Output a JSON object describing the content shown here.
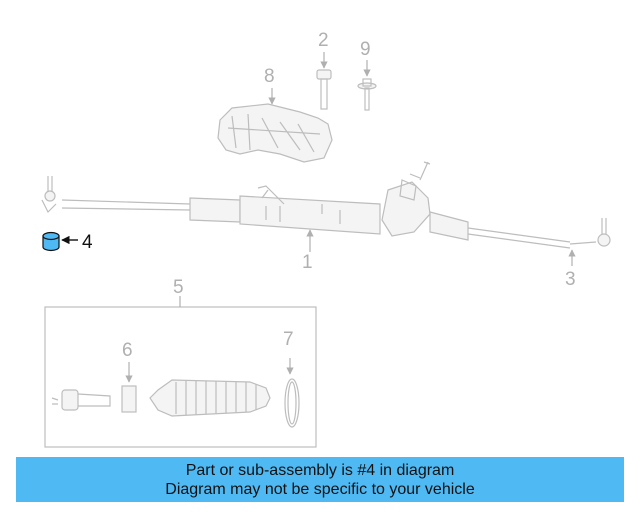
{
  "callouts": {
    "c1": "1",
    "c2": "2",
    "c3": "3",
    "c4": "4",
    "c5": "5",
    "c6": "6",
    "c7": "7",
    "c8": "8",
    "c9": "9"
  },
  "highlighted_part": "4",
  "banner": {
    "line1": "Part or sub-assembly is #4 in diagram",
    "line2": "Diagram may not be specific to your vehicle",
    "color": "#4fb9f3"
  },
  "colors": {
    "part_line": "#bdbdbd",
    "highlight_fill": "#4fb9f3"
  }
}
